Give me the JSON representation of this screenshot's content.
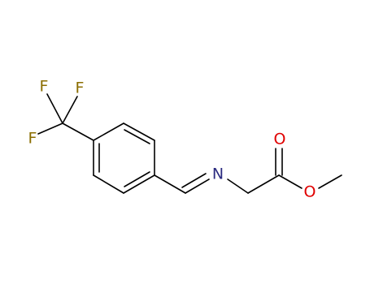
{
  "molecule": {
    "atom_labels": {
      "fluorine_top_left": "F",
      "fluorine_top_right": "F",
      "fluorine_left": "F",
      "nitrogen": "N",
      "carbonyl_oxygen": "O",
      "ester_oxygen": "O"
    },
    "colors": {
      "bond": "#000000",
      "fluorine": "#8b6d00",
      "nitrogen": "#2b2b80",
      "oxygen": "#e00000"
    }
  }
}
